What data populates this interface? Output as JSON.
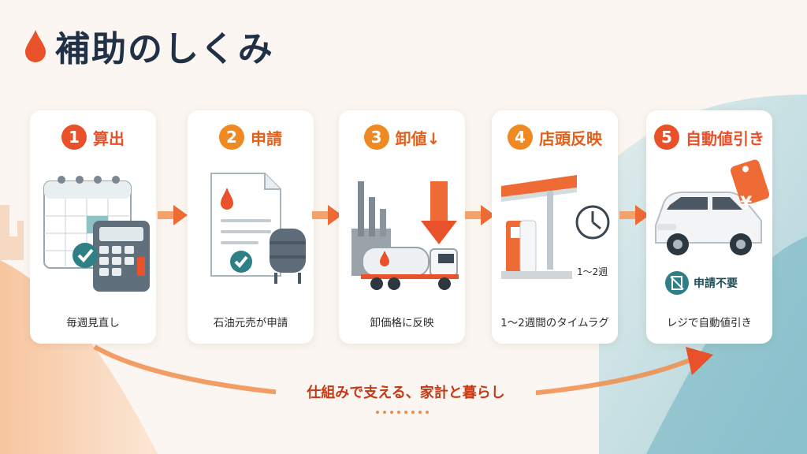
{
  "title": "補助のしくみ",
  "steps": [
    {
      "num": "1",
      "title": "算出",
      "caption": "毎週見直し",
      "color": "#e8512a"
    },
    {
      "num": "2",
      "title": "申請",
      "caption": "石油元売が申請",
      "color": "#ef8a22"
    },
    {
      "num": "3",
      "title": "卸値↓",
      "caption": "卸価格に反映",
      "color": "#ef8a22"
    },
    {
      "num": "4",
      "title": "店頭反映",
      "caption": "1〜2週間のタイムラグ",
      "color": "#ef8a22"
    },
    {
      "num": "5",
      "title": "自動値引き",
      "caption": "レジで自動値引き",
      "color": "#e8512a"
    }
  ],
  "clock_label": "1〜2週",
  "price_tag_symbol": "¥",
  "no_application_badge": "申請不要",
  "footer_text": "仕組みで支える、家計と暮らし",
  "colors": {
    "accent": "#e8512a",
    "orange": "#ef8a22",
    "navy": "#1f3047",
    "teal": "#2e7f86"
  }
}
